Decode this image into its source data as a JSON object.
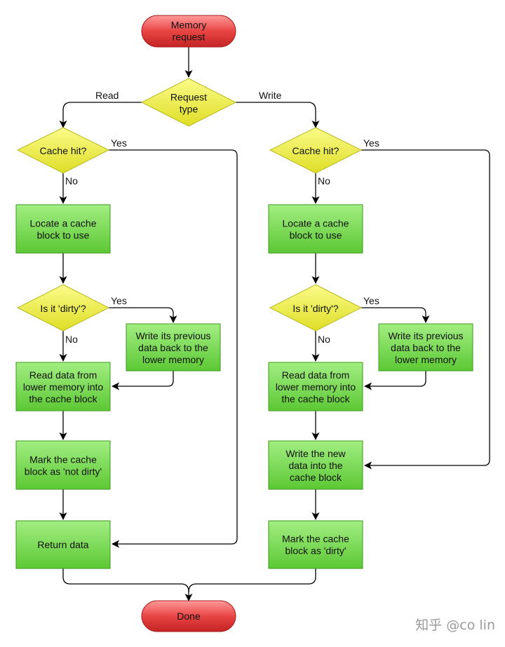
{
  "nodes": {
    "start": "Memory\nrequest",
    "request_type": "Request\ntype",
    "read_cache_hit": "Cache hit?",
    "read_locate": "Locate a cache\nblock to use",
    "read_is_dirty": "Is it 'dirty'?",
    "read_write_back": "Write its previous\ndata back to the\nlower memory",
    "read_read_data": "Read data from\nlower memory into\nthe cache block",
    "read_mark_not_dirty": "Mark the cache\nblock as 'not dirty'",
    "return_data": "Return data",
    "write_cache_hit": "Cache hit?",
    "write_locate": "Locate a cache\nblock to use",
    "write_is_dirty": "Is it 'dirty'?",
    "write_write_back": "Write its previous\ndata back to the\nlower memory",
    "write_read_data": "Read data from\nlower memory into\nthe cache block",
    "write_new_data": "Write the new\ndata into the\ncache block",
    "write_mark_dirty": "Mark the cache\nblock as 'dirty'",
    "done": "Done"
  },
  "edge_labels": {
    "read": "Read",
    "write": "Write",
    "read_hit_yes": "Yes",
    "read_hit_no": "No",
    "read_dirty_yes": "Yes",
    "read_dirty_no": "No",
    "write_hit_yes": "Yes",
    "write_hit_no": "No",
    "write_dirty_yes": "Yes",
    "write_dirty_no": "No"
  },
  "watermark": "知乎 @co lin",
  "colors": {
    "terminal_fill": "#e03b3b",
    "decision_fill": "#ecec3a",
    "process_fill": "#6fd24a"
  }
}
